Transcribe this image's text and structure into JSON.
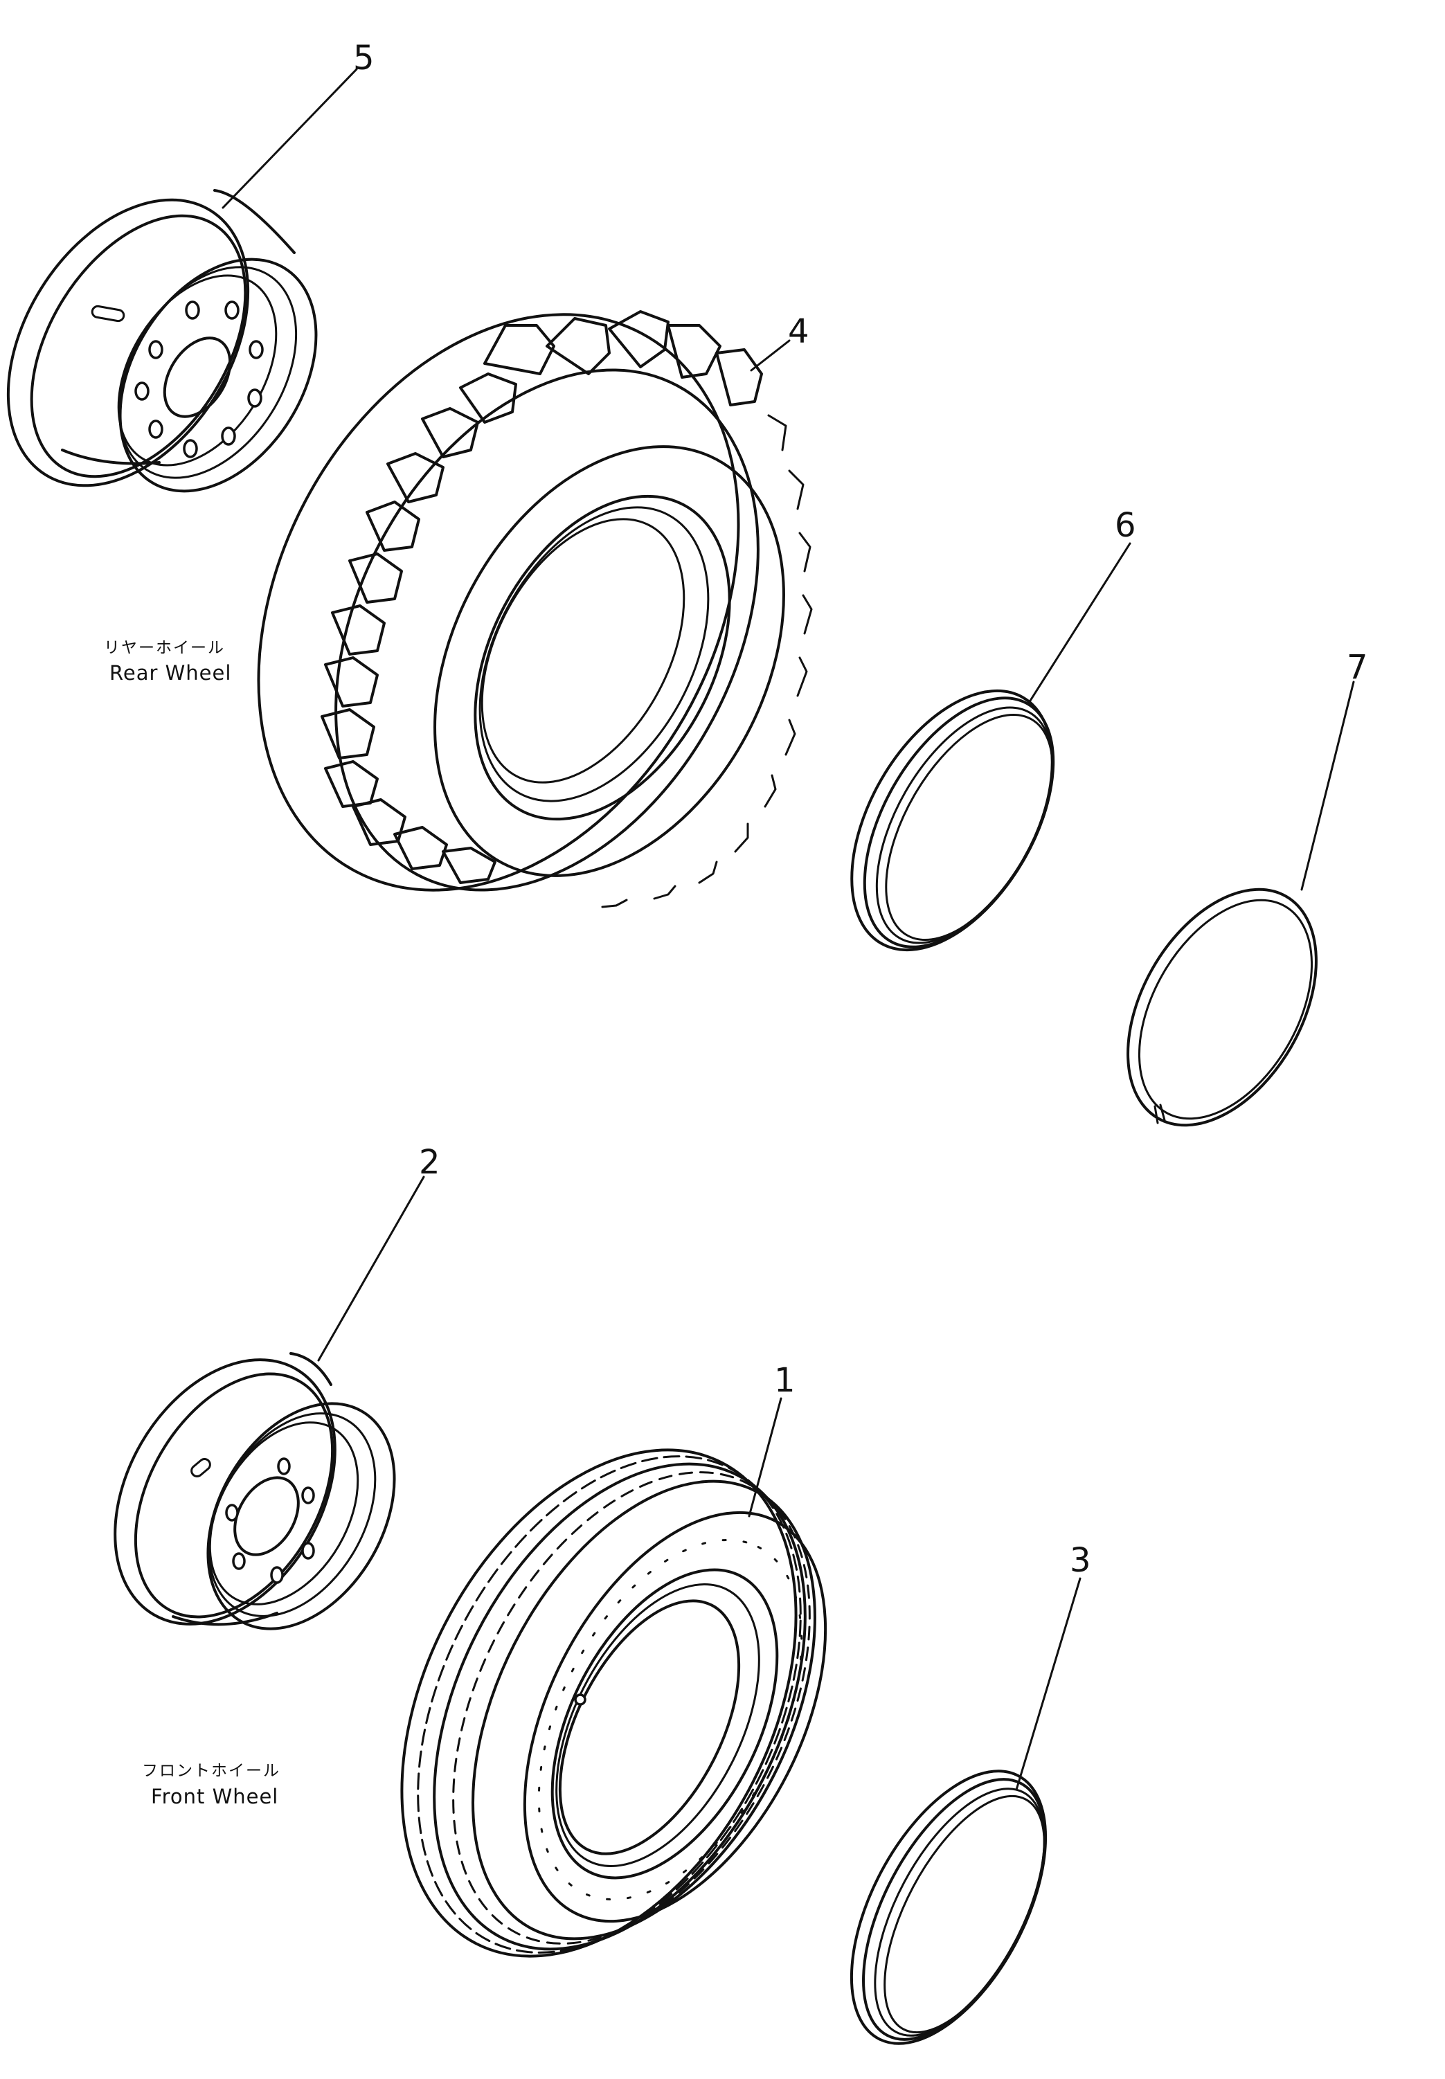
{
  "callouts": {
    "part_1": "1",
    "part_2": "2",
    "part_3": "3",
    "part_4": "4",
    "part_5": "5",
    "part_6": "6",
    "part_7": "7"
  },
  "captions": {
    "rear_jp": "リヤーホイール",
    "rear_en": "Rear Wheel",
    "front_jp": "フロントホイール",
    "front_en": "Front Wheel"
  }
}
